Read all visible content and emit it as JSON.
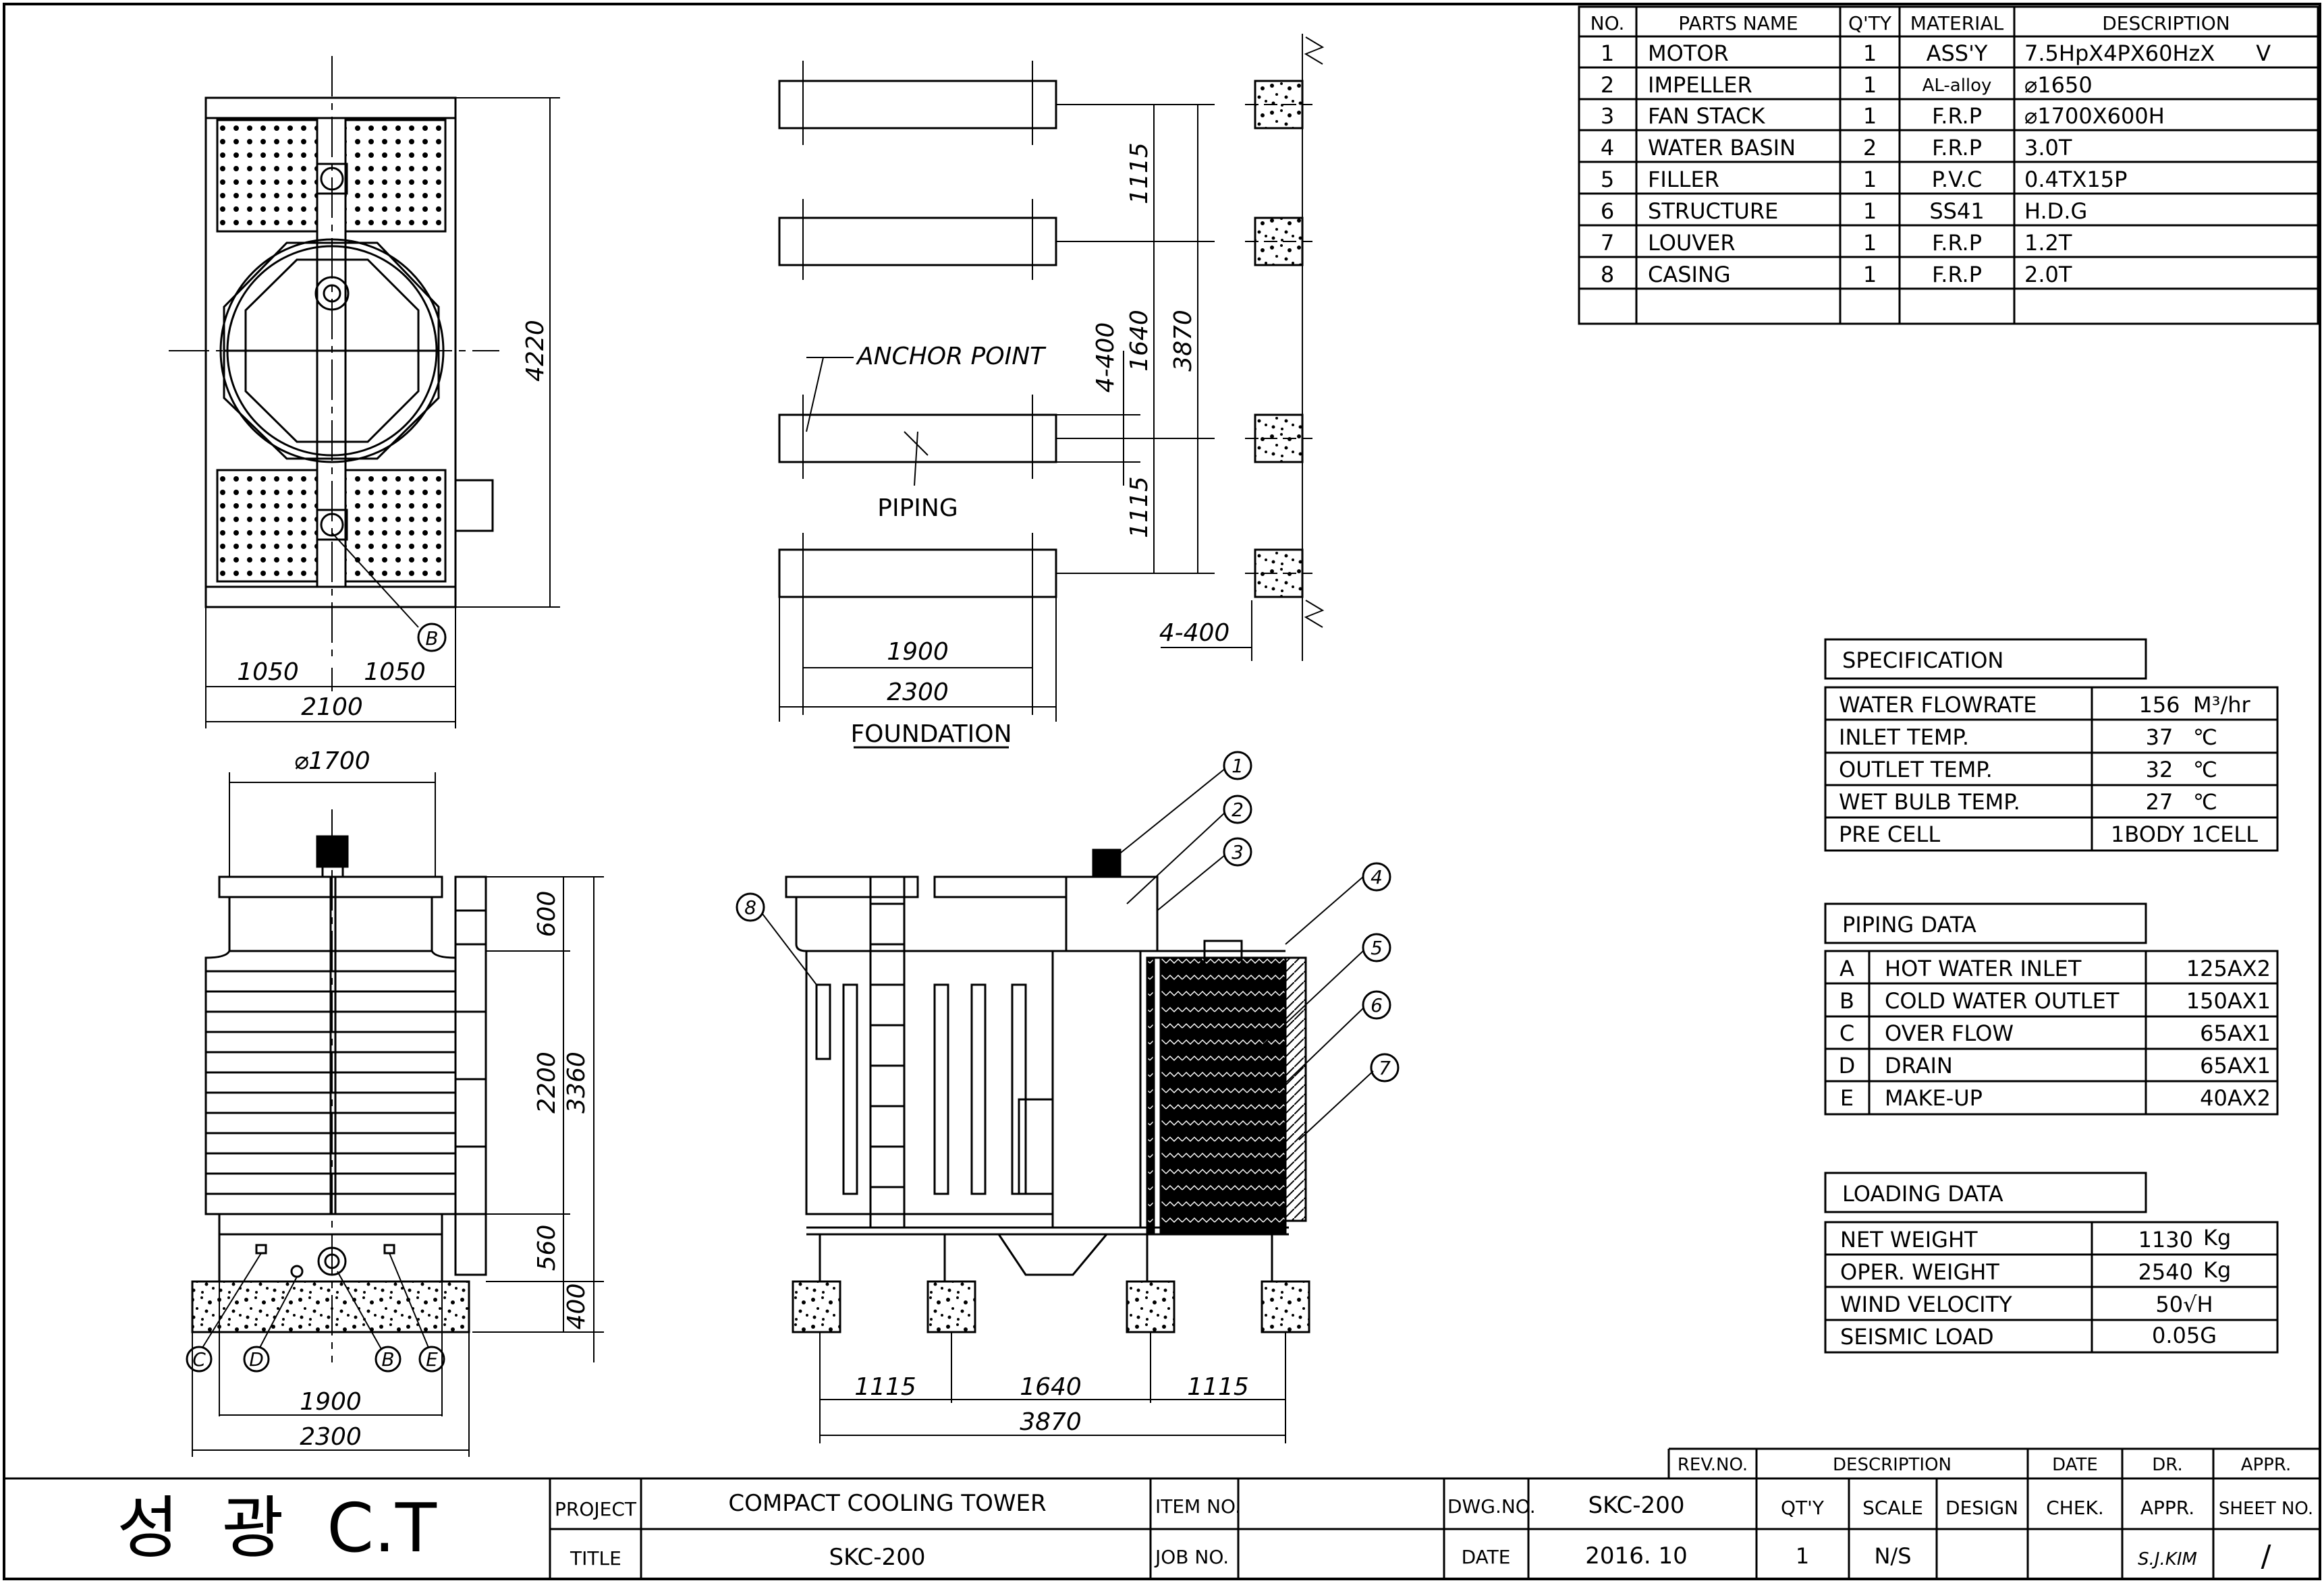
{
  "parts_table": {
    "headers": [
      "NO.",
      "PARTS NAME",
      "Q'TY",
      "MATERIAL",
      "DESCRIPTION"
    ],
    "rows": [
      [
        "1",
        "MOTOR",
        "1",
        "ASS'Y",
        "7.5HpX4PX60HzX      V"
      ],
      [
        "2",
        "IMPELLER",
        "1",
        "AL-alloy",
        "⌀1650"
      ],
      [
        "3",
        "FAN STACK",
        "1",
        "F.R.P",
        "⌀1700X600H"
      ],
      [
        "4",
        "WATER BASIN",
        "2",
        "F.R.P",
        "3.0T"
      ],
      [
        "5",
        "FILLER",
        "1",
        "P.V.C",
        "0.4TX15P"
      ],
      [
        "6",
        "STRUCTURE",
        "1",
        "SS41",
        "H.D.G"
      ],
      [
        "7",
        "LOUVER",
        "1",
        "F.R.P",
        "1.2T"
      ],
      [
        "8",
        "CASING",
        "1",
        "F.R.P",
        "2.0T"
      ]
    ]
  },
  "specification": {
    "title": "SPECIFICATION",
    "rows": [
      {
        "label": "WATER FLOWRATE",
        "value": "156",
        "unit": "M³/hr"
      },
      {
        "label": "INLET TEMP.",
        "value": "37",
        "unit": "℃"
      },
      {
        "label": "OUTLET TEMP.",
        "value": "32",
        "unit": "℃"
      },
      {
        "label": "WET BULB TEMP.",
        "value": "27",
        "unit": "℃"
      },
      {
        "label": "PRE CELL",
        "value": "1BODY 1CELL",
        "unit": ""
      }
    ]
  },
  "piping_data": {
    "title": "PIPING DATA",
    "rows": [
      {
        "code": "A",
        "name": "HOT WATER INLET",
        "size": "125AX2"
      },
      {
        "code": "B",
        "name": "COLD WATER OUTLET",
        "size": "150AX1"
      },
      {
        "code": "C",
        "name": "OVER FLOW",
        "size": "65AX1"
      },
      {
        "code": "D",
        "name": "DRAIN",
        "size": "65AX1"
      },
      {
        "code": "E",
        "name": "MAKE-UP",
        "size": "40AX2"
      }
    ]
  },
  "loading_data": {
    "title": "LOADING DATA",
    "rows": [
      {
        "label": "NET WEIGHT",
        "value": "1130",
        "unit": "Kg"
      },
      {
        "label": "OPER. WEIGHT",
        "value": "2540",
        "unit": "Kg"
      },
      {
        "label": "WIND VELOCITY",
        "value": "50√H",
        "unit": ""
      },
      {
        "label": "SEISMIC LOAD",
        "value": "0.05G",
        "unit": ""
      }
    ]
  },
  "title_block": {
    "company": "성  광  C.T",
    "project_label": "PROJECT",
    "project": "COMPACT COOLING TOWER",
    "title_label": "TITLE",
    "title": "SKC-200",
    "item_no_label": "ITEM NO.",
    "job_no_label": "JOB NO.",
    "dwg_no_label": "DWG.NO.",
    "dwg_no": "SKC-200",
    "date_label": "DATE",
    "date": "2016. 10",
    "qty_label": "QT'Y",
    "qty": "1",
    "scale_label": "SCALE",
    "scale": "N/S",
    "design_label": "DESIGN",
    "check_label": "CHEK.",
    "appr_label": "APPR.",
    "appr_value": "S.J.KIM",
    "sheet_label": "SHEET NO.",
    "sheet_value": "/",
    "rev_no_label": "REV.NO.",
    "rev_desc_label": "DESCRIPTION",
    "rev_date_label": "DATE",
    "rev_dr_label": "DR.",
    "rev_appr_label": "APPR."
  },
  "plan_view": {
    "dim_height": "4220",
    "dim_half_left": "1050",
    "dim_half_right": "1050",
    "dim_width": "2100",
    "nozzle_tag": "B"
  },
  "foundation_view": {
    "caption": "FOUNDATION",
    "anchor_label": "ANCHOR  POINT",
    "piping_label": "PIPING",
    "dim_1115_top": "1115",
    "dim_1640": "1640",
    "dim_3870": "3870",
    "dim_4_400_v": "4-400",
    "dim_1115_bottom": "1115",
    "dim_1900": "1900",
    "dim_2300": "2300",
    "dim_4_400_h": "4-400"
  },
  "front_view": {
    "dim_diameter": "⌀1700",
    "dim_600": "600",
    "dim_2200": "2200",
    "dim_3360": "3360",
    "dim_560": "560",
    "dim_400": "400",
    "dim_1900": "1900",
    "dim_2300": "2300",
    "tags": [
      "C",
      "D",
      "B",
      "E"
    ]
  },
  "side_view": {
    "dim_1115_left": "1115",
    "dim_1640": "1640",
    "dim_1115_right": "1115",
    "dim_3870": "3870",
    "callouts": [
      "1",
      "2",
      "3",
      "4",
      "5",
      "6",
      "7",
      "8"
    ]
  }
}
